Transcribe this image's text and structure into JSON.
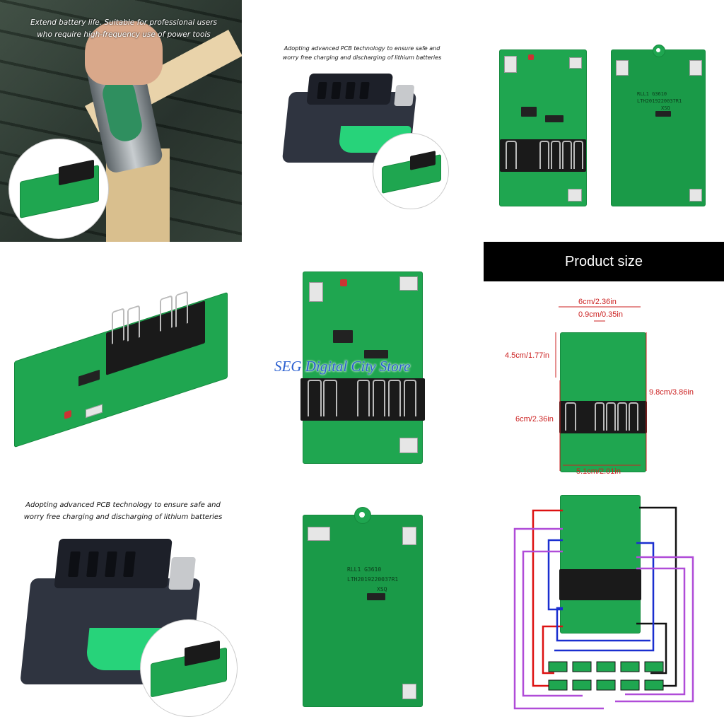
{
  "captions": {
    "tool_photo": "Extend battery life. Suitable for professional users who require high-frequency use of power tools",
    "battery_top": "Adopting advanced PCB technology to ensure safe and worry free charging and discharging of lithium batteries",
    "battery_bottom": "Adopting advanced PCB technology to ensure safe and worry free charging and discharging of lithium batteries"
  },
  "banner": {
    "title": "Product size"
  },
  "watermark": {
    "text": "SEG Digital City Store"
  },
  "dimensions": {
    "width_top": "6cm/2.36in",
    "tab": "0.9cm/0.35in",
    "upper_height": "4.5cm/1.77in",
    "total_height": "9.8cm/3.86in",
    "lower_height": "6cm/2.36in",
    "width_bottom": "5.1cm/2.01in"
  },
  "pcb_markings": {
    "line1": "RLL1 G3610",
    "line2": "LTH2019220037R1",
    "line3": "XSQ"
  },
  "colors": {
    "pcb_green": "#1fa650",
    "battery_body": "#2f3440",
    "battery_band": "#27d37a",
    "dimension_red": "#cc2222",
    "wire_red": "#dd1111",
    "wire_blue": "#1a2fd0",
    "wire_purple": "#b04cd8",
    "wire_black": "#111111"
  }
}
